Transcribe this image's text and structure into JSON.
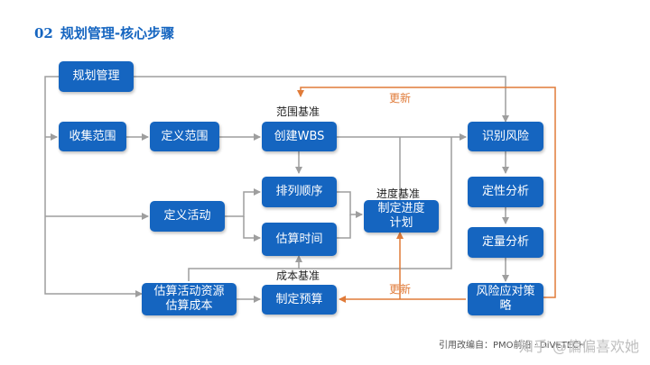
{
  "header": {
    "number": "02",
    "title": "规划管理-核心步骤"
  },
  "nodes": {
    "plan_mgmt": "规划管理",
    "collect_scope": "收集范围",
    "define_scope": "定义范围",
    "create_wbs": "创建WBS",
    "identify_risk": "识别风险",
    "sequence": "排列顺序",
    "define_activity": "定义活动",
    "qualitative": "定性分析",
    "estimate_duration": "估算时间",
    "schedule": "制定进度\n计划",
    "quantitative": "定量分析",
    "estimate_resource": "估算活动资源\n估算成本",
    "budget": "制定预算",
    "risk_response": "风险应对策\n略"
  },
  "labels": {
    "scope_baseline": "范围基准",
    "schedule_baseline": "进度基准",
    "cost_baseline": "成本基准",
    "update_top": "更新",
    "update_bottom": "更新"
  },
  "colors": {
    "box": "#1565c0",
    "line": "#9e9e9e",
    "update": "#e07b39",
    "title": "#1565c0"
  },
  "footer": {
    "watermark": "知乎 @偏偏喜欢她",
    "source": "引用改编自：PMO前沿 · DiVETECH"
  }
}
